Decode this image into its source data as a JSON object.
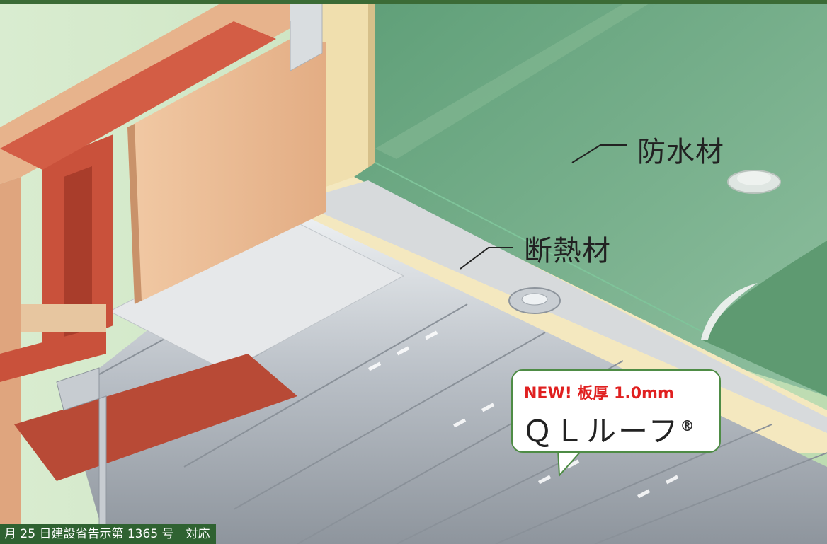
{
  "labels": {
    "waterproof": "防水材",
    "insulation": "断熱材"
  },
  "callout": {
    "badge": "NEW! 板厚 1.0mm",
    "product": "ＱＬルーフ",
    "registered_mark": "®"
  },
  "footer_note": "月 25 日建設省告示第 1365 号　対応",
  "colors": {
    "waterproof_membrane": "#6aa882",
    "insulation_board": "#f3e6b6",
    "steel_beam": "#c9513b",
    "deck_steel": "#c7ccd1",
    "callout_border": "#4e8c45",
    "badge_text": "#e02020",
    "footer_bg": "#2f6231"
  }
}
